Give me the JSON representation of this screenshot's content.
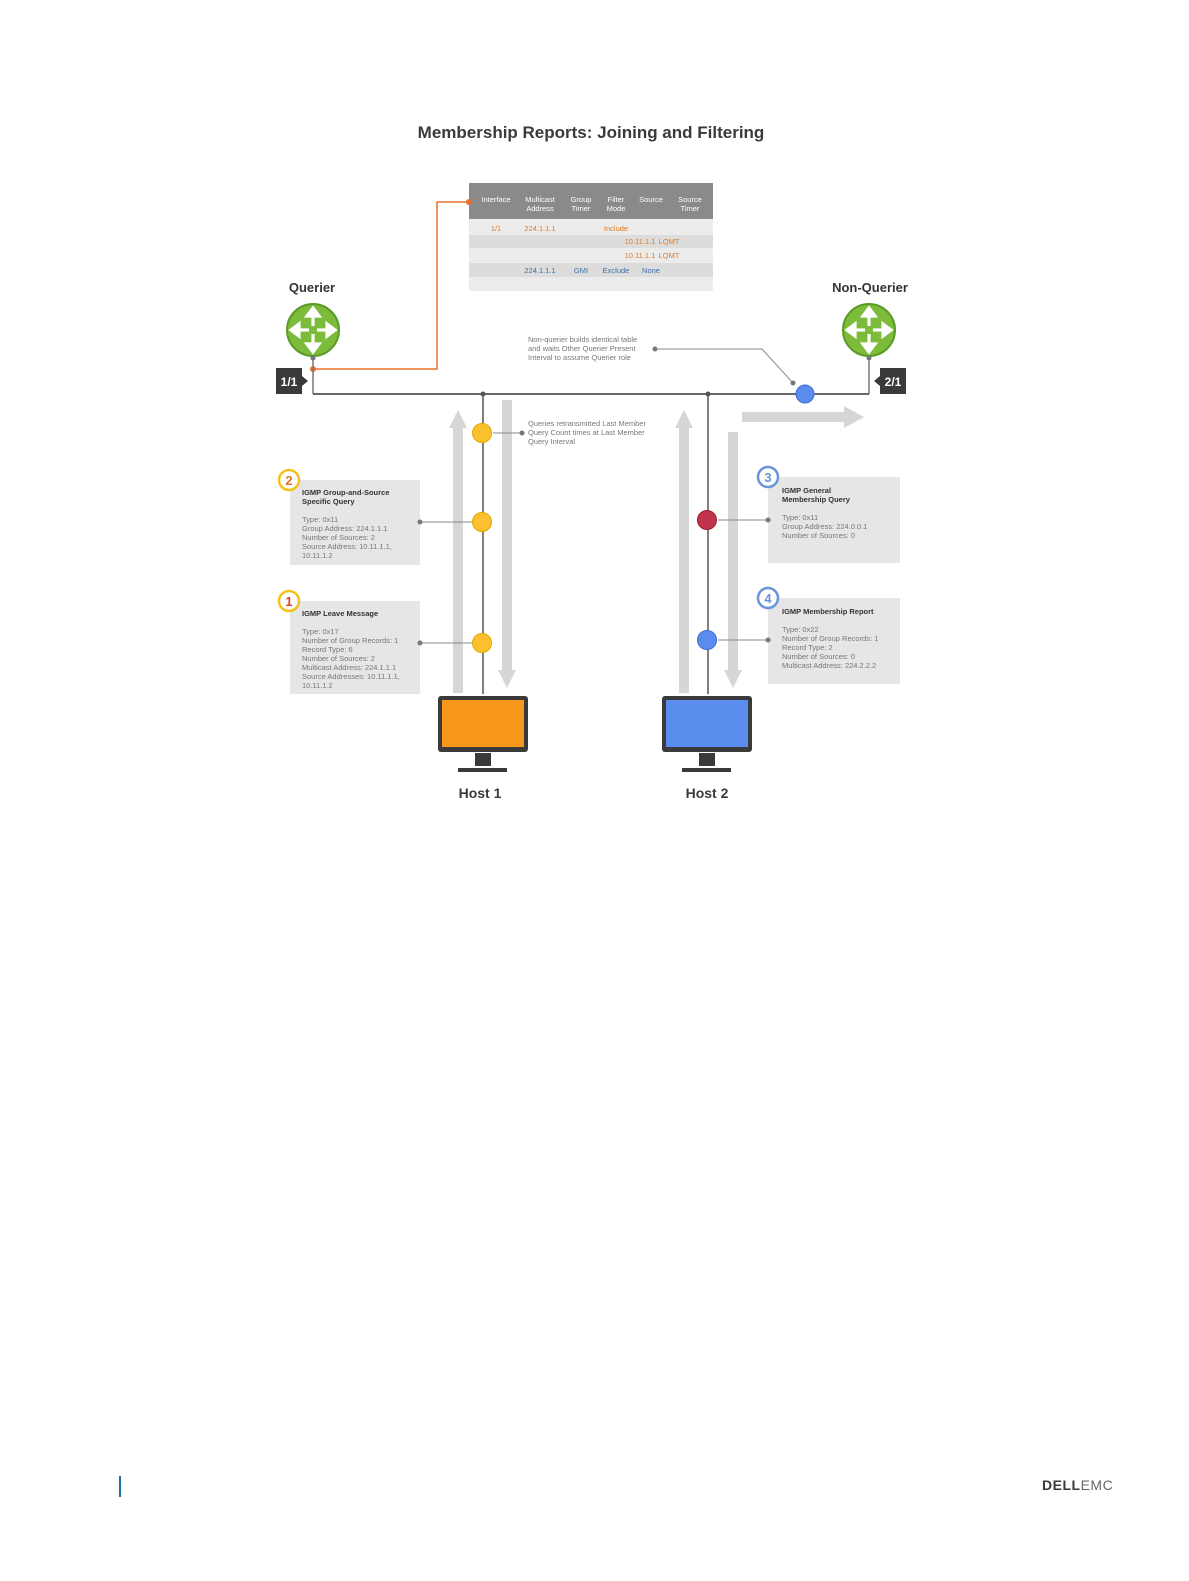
{
  "title": "Membership Reports: Joining and Filtering",
  "querier_label": "Querier",
  "non_querier_label": "Non-Querier",
  "port_left": "1/1",
  "port_right": "2/1",
  "table": {
    "headers": [
      [
        "Interface",
        ""
      ],
      [
        "Multicast",
        "Address"
      ],
      [
        "Group",
        "Timer"
      ],
      [
        "Filter",
        "Mode"
      ],
      [
        "Source",
        ""
      ],
      [
        "Source",
        "Timer"
      ]
    ],
    "rows": [
      {
        "color": "#e07a1f",
        "cells": [
          "1/1",
          "224.1.1.1",
          "",
          "Include",
          "",
          ""
        ]
      },
      {
        "color": "#e07a1f",
        "cells": [
          "",
          "",
          "",
          "",
          "10.11.1.1",
          "LQMT"
        ]
      },
      {
        "color": "#e07a1f",
        "cells": [
          "",
          "",
          "",
          "",
          "10.11.1.1",
          "LQMT"
        ]
      },
      {
        "color": "#3f6fa6",
        "cells": [
          "",
          "224.1.1.1",
          "GMI",
          "Exclude",
          "None",
          ""
        ]
      }
    ]
  },
  "annotations": {
    "non_querier": [
      "Non-querier builds identical table",
      "and waits Other Querier Present",
      "Interval to assume Querier role"
    ],
    "queries": [
      "Queries retransmitted Last Member",
      "Query Count times at Last Member",
      "Query Interval"
    ]
  },
  "messages": {
    "m1": {
      "number": "1",
      "title": [
        "IGMP Leave Message"
      ],
      "lines": [
        "Type: 0x17",
        "Number of Group Records: 1",
        "Record Type: 6",
        "Number of Sources: 2",
        "Multicast Address: 224.1.1.1",
        "Source Addresses: 10.11.1.1,",
        "10.11.1.2"
      ]
    },
    "m2": {
      "number": "2",
      "title": [
        "IGMP Group-and-Source",
        "Specific Query"
      ],
      "lines": [
        "Type: 0x11",
        "Group Address: 224.1.1.1",
        "Number of Sources: 2",
        "Source Address: 10.11.1.1,",
        "10.11.1.2"
      ]
    },
    "m3": {
      "number": "3",
      "title": [
        "IGMP General",
        "Membership Query"
      ],
      "lines": [
        "Type: 0x11",
        "Group Address: 224.0.0.1",
        "Number of Sources: 0"
      ]
    },
    "m4": {
      "number": "4",
      "title": [
        "IGMP Membership Report"
      ],
      "lines": [
        "Type: 0x22",
        "Number of Group Records: 1",
        "Record Type: 2",
        "Number of Sources: 0",
        "Multicast Address: 224.2.2.2"
      ]
    }
  },
  "hosts": {
    "host1": "Host 1",
    "host2": "Host 2"
  },
  "colors": {
    "router": "#7dbb3b",
    "host1_screen": "#f7981d",
    "host2_screen": "#5b8def",
    "yellow_marker": "#fbc02d",
    "blue_marker": "#5b8def",
    "red_marker": "#c2334d",
    "orange_link": "#e8702a",
    "badge_yellow": "#f5c21b",
    "badge_blue": "#6b95d8"
  },
  "footer": {
    "brand_dell": "DELL",
    "brand_emc": "EMC"
  }
}
